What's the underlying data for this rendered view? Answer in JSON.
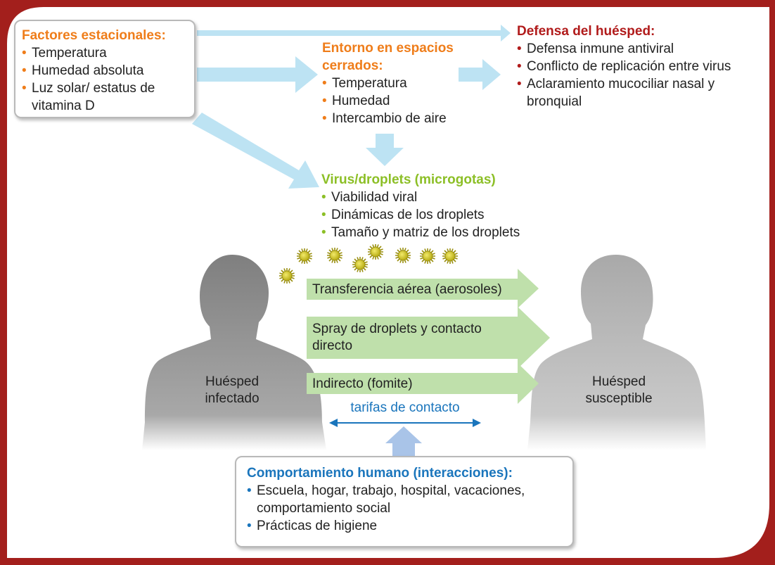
{
  "seasonal_factors": {
    "heading": "Factores estacionales:",
    "items": [
      "Temperatura",
      "Humedad absoluta",
      "Luz solar/ estatus de vitamina D"
    ]
  },
  "indoor_environment": {
    "heading_line1": "Entorno en espacios",
    "heading_line2": "cerrados:",
    "items": [
      "Temperatura",
      "Humedad",
      "Intercambio de aire"
    ]
  },
  "host_defense": {
    "heading": "Defensa del huésped:",
    "items": [
      "Defensa inmune antiviral",
      "Conflicto de replicación entre virus",
      "Aclaramiento mucociliar nasal y bronquial"
    ]
  },
  "virus": {
    "heading": "Virus/droplets (microgotas)",
    "items": [
      "Viabilidad viral",
      "Dinámicas de los droplets",
      "Tamaño y matriz de los droplets"
    ]
  },
  "transmission_routes": [
    {
      "line1": "Transferencia aérea (aerosoles)",
      "line2": ""
    },
    {
      "line1": "Spray de droplets y contacto",
      "line2": "directo"
    },
    {
      "line1": "Indirecto (fomite)",
      "line2": ""
    }
  ],
  "infected_host": {
    "line1": "Huésped",
    "line2": "infectado"
  },
  "susceptible_host": {
    "line1": "Huésped",
    "line2": "susceptible"
  },
  "contact_rates": "tarifas de contacto",
  "human_behavior": {
    "heading": "Comportamiento humano (interacciones):",
    "items": [
      "Escuela, hogar, trabajo, hospital, vacaciones, comportamiento social",
      "Prácticas de higiene"
    ]
  },
  "colors": {
    "frame": "#a31f1c",
    "orange": "#ef7d1a",
    "red": "#b11b1b",
    "green": "#8cbf26",
    "blue": "#1a75bc",
    "light_blue_arrow": "#bde3f3",
    "green_arrow": "#bfe0ab",
    "silhouette": "#8e8e8e"
  }
}
